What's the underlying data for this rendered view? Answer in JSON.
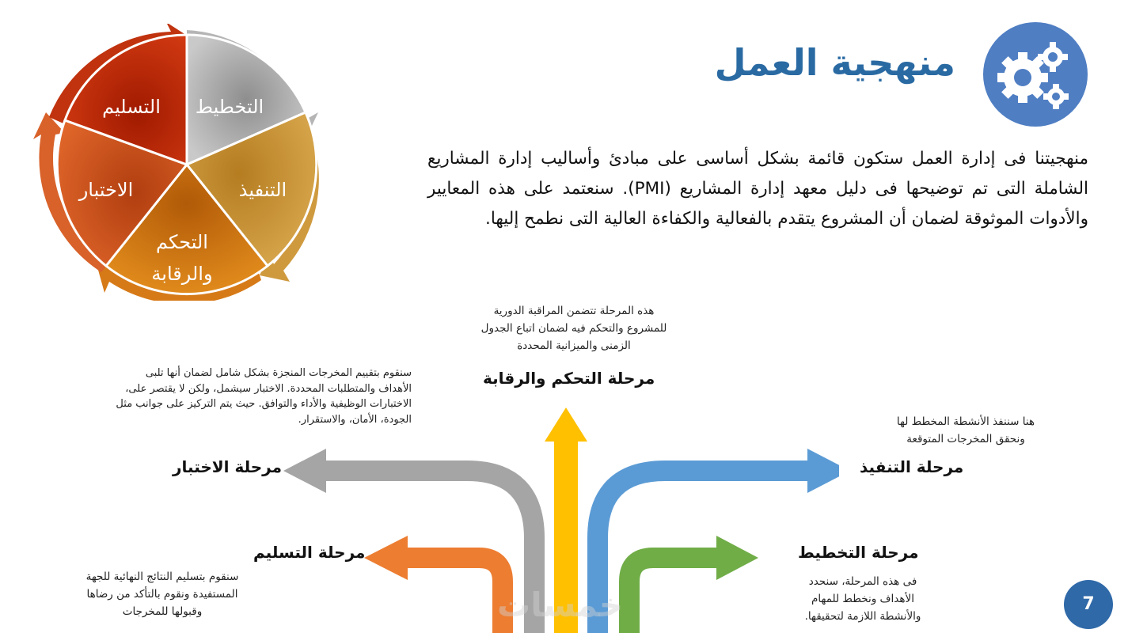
{
  "header": {
    "title": "منهجية العمل",
    "icon": "gears-icon",
    "accent": "#4f7ec3"
  },
  "intro": {
    "text": "منهجيتنا فى إدارة العمل ستكون قائمة بشكل أساسى على مبادئ وأساليب إدارة المشاريع الشاملة التى تم توضيحها فى دليل معهد إدارة المشاريع (PMI). سنعتمد على هذه المعايير والأدوات الموثوقة لضمان أن المشروع يتقدم بالفعالية والكفاءة العالية التى نطمح إليها."
  },
  "cycle": {
    "segments": [
      {
        "label": "التخطيط",
        "color": "#a6a6a6"
      },
      {
        "label": "التنفيذ",
        "color": "#c08a2a"
      },
      {
        "label": "التحكم",
        "label2": "والرقابة",
        "color": "#c46a10"
      },
      {
        "label": "الاختبار",
        "color": "#c54a18"
      },
      {
        "label": "التسليم",
        "color": "#b12405"
      }
    ]
  },
  "stages": {
    "control": {
      "title": "مرحلة التحكم والرقابة",
      "desc": [
        "هذه المرحلة تتضمن المراقبة الدورية",
        "للمشروع والتحكم فيه لضمان اتباع الجدول",
        "الزمنى والميزانية المحددة"
      ],
      "color": "#ffc000"
    },
    "testing": {
      "title": "مرحلة الاختبار",
      "desc": [
        "سنقوم بتقييم المخرجات المنجزة بشكل شامل لضمان أنها تلبى",
        "الأهداف والمتطلبات المحددة. الاختبار سيشمل، ولكن لا يقتصر على،",
        "الاختبارات الوظيفية والأداء والتوافق. حيث يتم التركيز على جوانب مثل",
        "الجودة، الأمان، والاستقرار."
      ],
      "color": "#a5a5a5"
    },
    "execution": {
      "title": "مرحلة التنفيذ",
      "desc": [
        "هنا سننفذ الأنشطة المخطط لها",
        "ونحقق المخرجات المتوقعة"
      ],
      "color": "#5b9bd5"
    },
    "delivery": {
      "title": "مرحلة التسليم",
      "desc": [
        "سنقوم بتسليم النتائج النهائية للجهة",
        "المستفيدة ونقوم بالتأكد من رضاها",
        "وقبولها للمخرجات"
      ],
      "color": "#ed7d31"
    },
    "planning": {
      "title": "مرحلة التخطيط",
      "desc": [
        "فى هذه المرحلة، سنحدد",
        "الأهداف ونخطط للمهام",
        "والأنشطة اللازمة لتحقيقها."
      ],
      "color": "#70ad47"
    }
  },
  "footer": {
    "page_number": "7",
    "watermark": "خمسات"
  }
}
